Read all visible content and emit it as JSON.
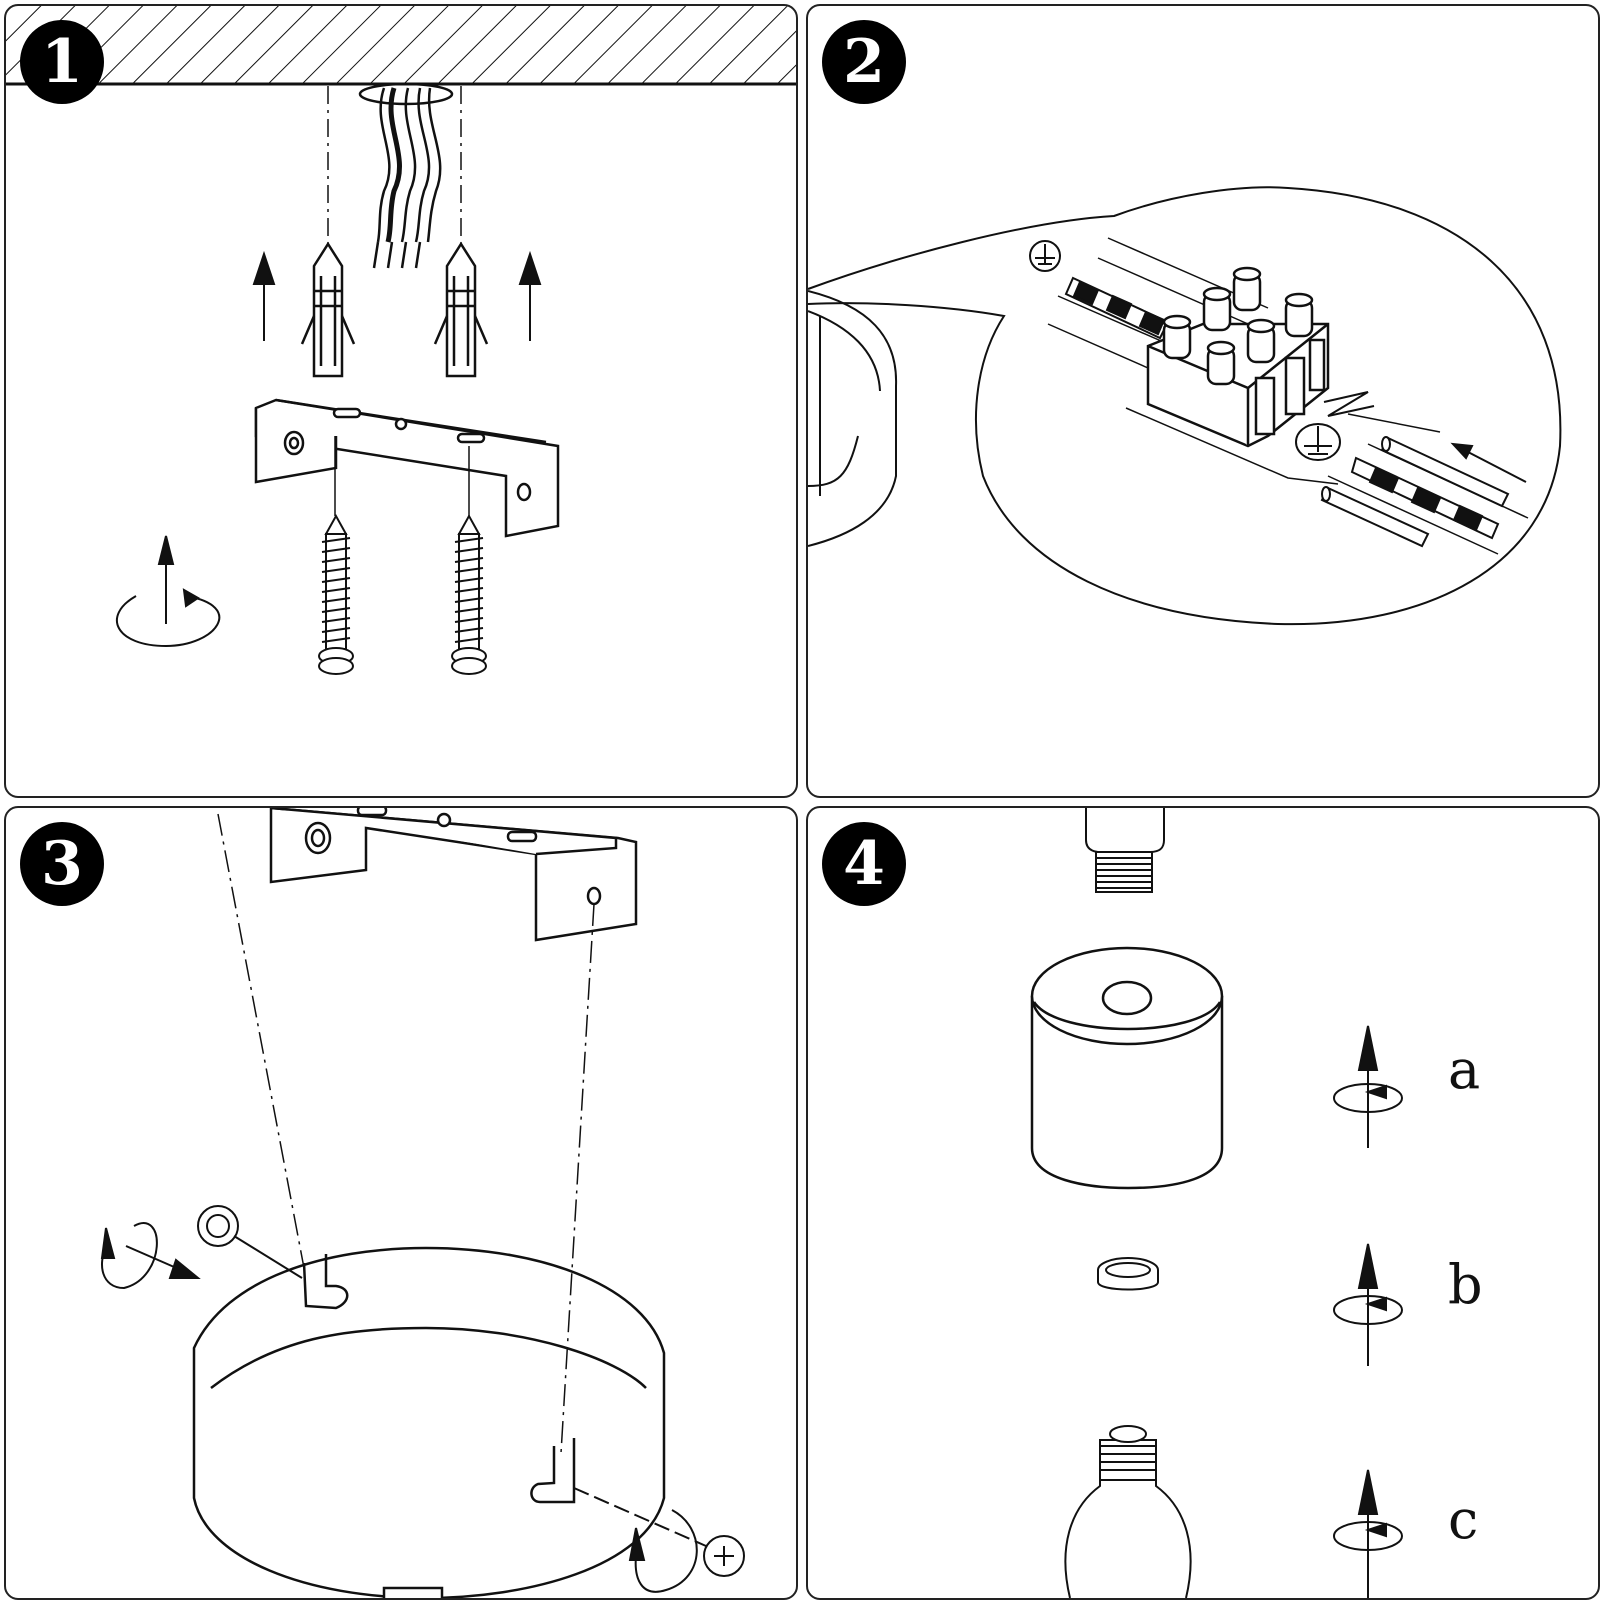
{
  "steps": [
    {
      "number": "1"
    },
    {
      "number": "2"
    },
    {
      "number": "3"
    },
    {
      "number": "4",
      "labels": [
        "a",
        "b",
        "c"
      ]
    }
  ],
  "icons": {
    "step_badge": "black-circle-number",
    "rotation": "rotate-arrow-icon",
    "direction": "arrow-up-icon",
    "ground": "ground-symbol-icon",
    "neutral": "neutral-letter-icon"
  },
  "colors": {
    "line": "#111111",
    "badge": "#000000",
    "badge_text": "#ffffff",
    "background": "#ffffff"
  }
}
